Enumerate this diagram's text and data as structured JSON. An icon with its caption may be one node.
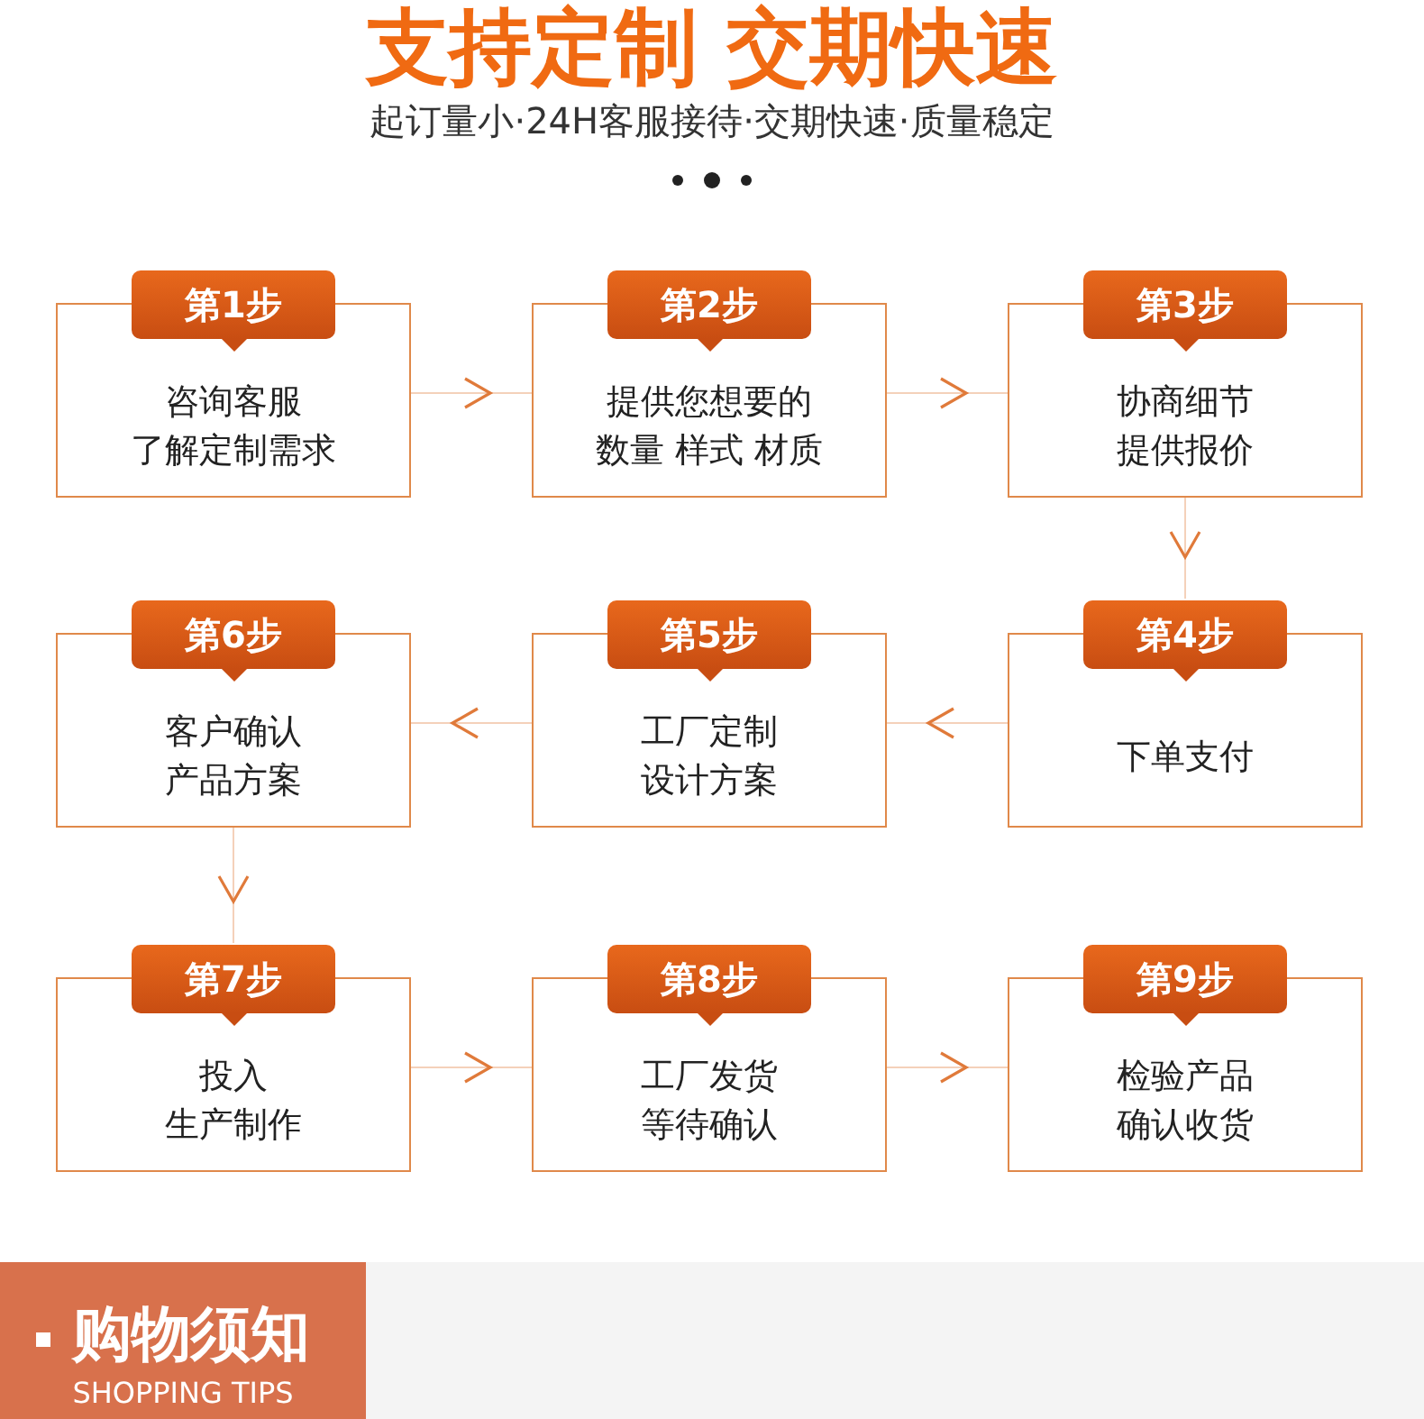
{
  "diagram": {
    "title": "支持定制 交期快速",
    "nodes": [
      {
        "text": [
          "第1步",
          "咨询客服了解定制需求"
        ]
      },
      {
        "text": [
          "第2步",
          "提供您想要的数量 样式 材质"
        ]
      },
      {
        "text": [
          "第3步",
          "协商细节提供报价"
        ]
      },
      {
        "text": [
          "第4步",
          "下单支付"
        ]
      },
      {
        "text": [
          "第5步",
          "工厂定制设计方案"
        ]
      },
      {
        "text": [
          "第6步",
          "客户确认产品方案"
        ]
      },
      {
        "text": [
          "第7步",
          "投入生产制作"
        ]
      },
      {
        "text": [
          "第8步",
          "工厂发货等待确认"
        ]
      },
      {
        "text": [
          "第9步",
          "检验产品确认收货"
        ]
      },
      {
        "text": [
          "购物须知",
          "SHOPPING TIPS"
        ]
      }
    ],
    "edges": [
      {
        "from": 0,
        "to": 1,
        "arrow": "to"
      },
      {
        "from": 1,
        "to": 2,
        "arrow": "to"
      },
      {
        "from": 2,
        "to": 3,
        "arrow": "to"
      },
      {
        "from": 3,
        "to": 4,
        "arrow": "to"
      },
      {
        "from": 4,
        "to": 5,
        "arrow": "to"
      },
      {
        "from": 5,
        "to": 6,
        "arrow": "to"
      },
      {
        "from": 6,
        "to": 7,
        "arrow": "to"
      },
      {
        "from": 7,
        "to": 8,
        "arrow": "to"
      }
    ],
    "labels": [
      "起订量小·24H客服接待·交期快速·质量稳定"
    ]
  }
}
